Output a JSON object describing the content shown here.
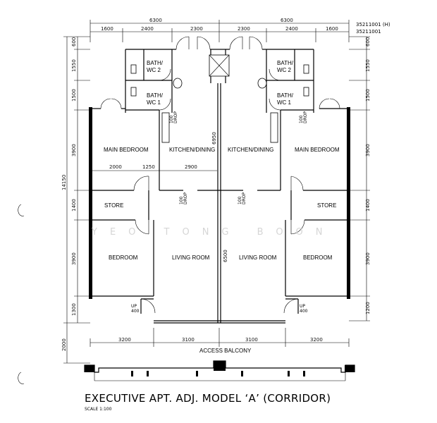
{
  "codes": {
    "top": "35211001 (H)",
    "bottom": "35211001"
  },
  "dims_top": {
    "overall_left": "6300",
    "overall_right": "6300",
    "segments": [
      "1600",
      "2400",
      "2300",
      "2300",
      "2400",
      "1600"
    ]
  },
  "dims_left": [
    "600",
    "1550",
    "1500",
    "3900",
    "1400",
    "3900",
    "1300"
  ],
  "dims_left_total": "14150",
  "dims_left_balcony": "2000",
  "dims_right": [
    "600",
    "1550",
    "1500",
    "3900",
    "1400",
    "3900",
    "1200"
  ],
  "dims_bottom": [
    "3200",
    "3100",
    "3100",
    "3200"
  ],
  "dims_internal": {
    "a": "2000",
    "b": "1250",
    "c": "2900",
    "kitchen_v": "6950",
    "living_v": "6500"
  },
  "rooms": {
    "bath2": "BATH/\nWC 2",
    "bath1": "BATH/\nWC 1",
    "bath2_l1": "BATH/",
    "bath2_l2": "WC 2",
    "bath1_l1": "BATH/",
    "bath1_l2": "WC 1",
    "main_bedroom": "MAIN BEDROOM",
    "kitchen": "KITCHEN/DINING",
    "store": "STORE",
    "bedroom": "BEDROOM",
    "living": "LIVING ROOM",
    "up": "UP",
    "up_val": "400",
    "drop_val": "100",
    "drop": "DROP"
  },
  "access_balcony": "ACCESS BALCONY",
  "watermark": "YEO TONG BOON",
  "title": "EXECUTIVE APT. ADJ. MODEL ‘A’ (CORRIDOR)",
  "scale": "SCALE  1:100"
}
